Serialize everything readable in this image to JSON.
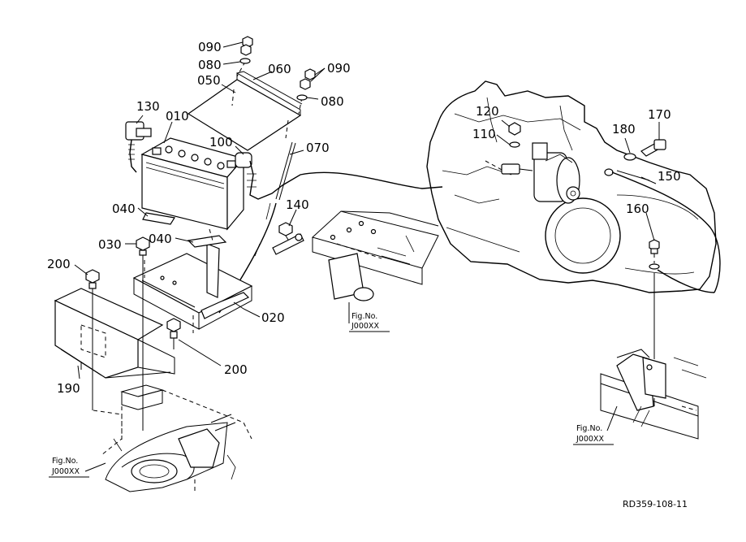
{
  "diagram": {
    "part_labels": [
      {
        "key": "p090a",
        "text": "090"
      },
      {
        "key": "p080a",
        "text": "080"
      },
      {
        "key": "p060",
        "text": "060"
      },
      {
        "key": "p050",
        "text": "050"
      },
      {
        "key": "p090b",
        "text": "090"
      },
      {
        "key": "p080b",
        "text": "080"
      },
      {
        "key": "p130",
        "text": "130"
      },
      {
        "key": "p010",
        "text": "010"
      },
      {
        "key": "p100",
        "text": "100"
      },
      {
        "key": "p070",
        "text": "070"
      },
      {
        "key": "p120",
        "text": "120"
      },
      {
        "key": "p110",
        "text": "110"
      },
      {
        "key": "p180",
        "text": "180"
      },
      {
        "key": "p170",
        "text": "170"
      },
      {
        "key": "p150",
        "text": "150"
      },
      {
        "key": "p040a",
        "text": "040"
      },
      {
        "key": "p140",
        "text": "140"
      },
      {
        "key": "p160",
        "text": "160"
      },
      {
        "key": "p030",
        "text": "030"
      },
      {
        "key": "p040b",
        "text": "040"
      },
      {
        "key": "p200a",
        "text": "200"
      },
      {
        "key": "p020",
        "text": "020"
      },
      {
        "key": "p200b",
        "text": "200"
      },
      {
        "key": "p190",
        "text": "190"
      }
    ],
    "figure_refs": [
      {
        "key": "ref1",
        "line1": "Fig.No.",
        "line2": "J000XX"
      },
      {
        "key": "ref2",
        "line1": "Fig.No.",
        "line2": "J000XX"
      },
      {
        "key": "ref3",
        "line1": "Fig.No.",
        "line2": "J000XX"
      }
    ],
    "drawing_code": "RD359-108-11"
  }
}
